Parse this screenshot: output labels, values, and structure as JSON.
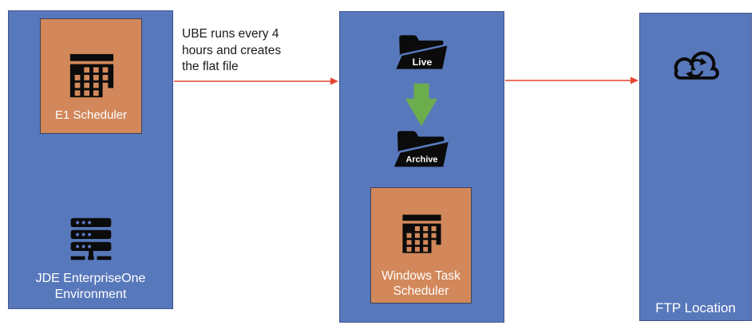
{
  "annotation": {
    "lines": [
      "UBE runs every 4",
      "hours and creates",
      "the flat file"
    ]
  },
  "jde_box": {
    "panel_label": "E1 Scheduler",
    "label_lines": [
      "JDE EnterpriseOne",
      "Environment"
    ]
  },
  "flow_box": {
    "live_label": "Live",
    "archive_label": "Archive",
    "panel_label_lines": [
      "Windows Task",
      "Scheduler"
    ]
  },
  "ftp_box": {
    "label": "FTP Location"
  },
  "icons": {
    "calendar": "calendar-icon",
    "server": "server-icon",
    "live_folder": "folder-icon",
    "archive_folder": "folder-icon",
    "down_block_arrow": "down-arrow-icon",
    "cloud_sync": "cloud-sync-icon",
    "connector": "right-arrow-icon"
  },
  "colors": {
    "box_fill": "#5878BC",
    "box_border": "#44568E",
    "panel_fill": "#D2885A",
    "panel_border": "#3A4458",
    "green_arrow": "#6CAD4E",
    "red_arrow": "#E6452F",
    "icon_black": "#0B0B0B",
    "label_text": "#FFFFFF",
    "annotation_text": "#1A1A1A"
  }
}
